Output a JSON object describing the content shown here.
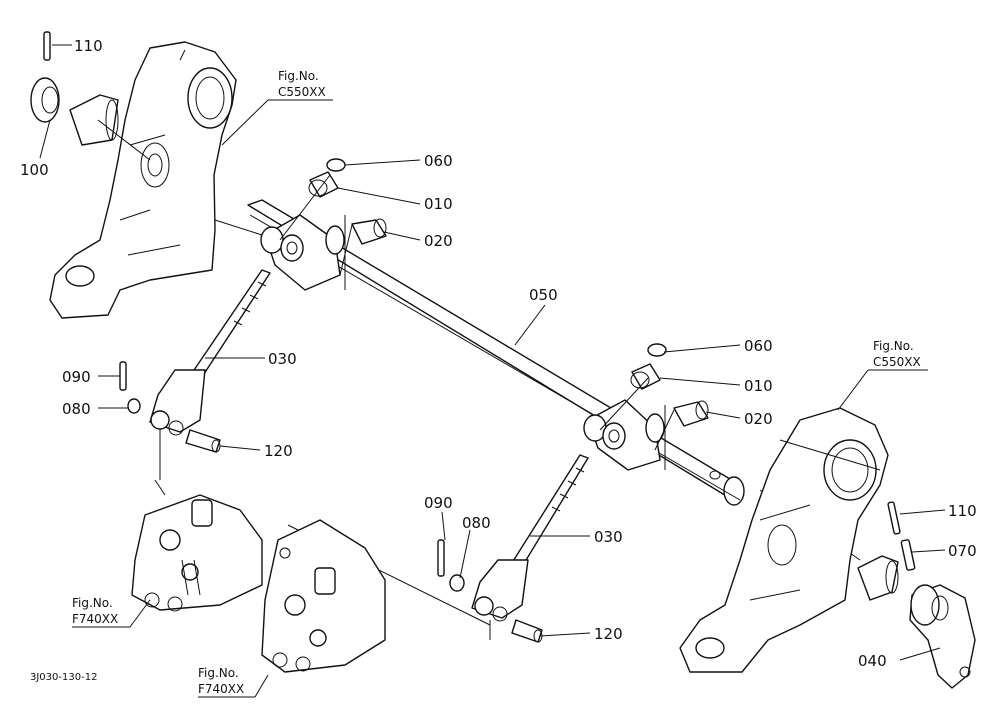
{
  "diagram_code": "3J030-130-12",
  "fig_ref": {
    "label": "Fig.No.",
    "bracket_left": "C550XX",
    "bracket_right": "C550XX",
    "valve_left": "F740XX",
    "valve_right": "F740XX"
  },
  "parts": {
    "p110_top": "110",
    "p100": "100",
    "p060_top": "060",
    "p010_top": "010",
    "p020_top": "020",
    "p050": "050",
    "p030_left": "030",
    "p090_left": "090",
    "p080_left": "080",
    "p120_left": "120",
    "p060_right": "060",
    "p010_right": "010",
    "p020_right": "020",
    "p110_right": "110",
    "p070": "070",
    "p090_right": "090",
    "p080_right": "080",
    "p030_right": "030",
    "p120_right": "120",
    "p040": "040"
  }
}
